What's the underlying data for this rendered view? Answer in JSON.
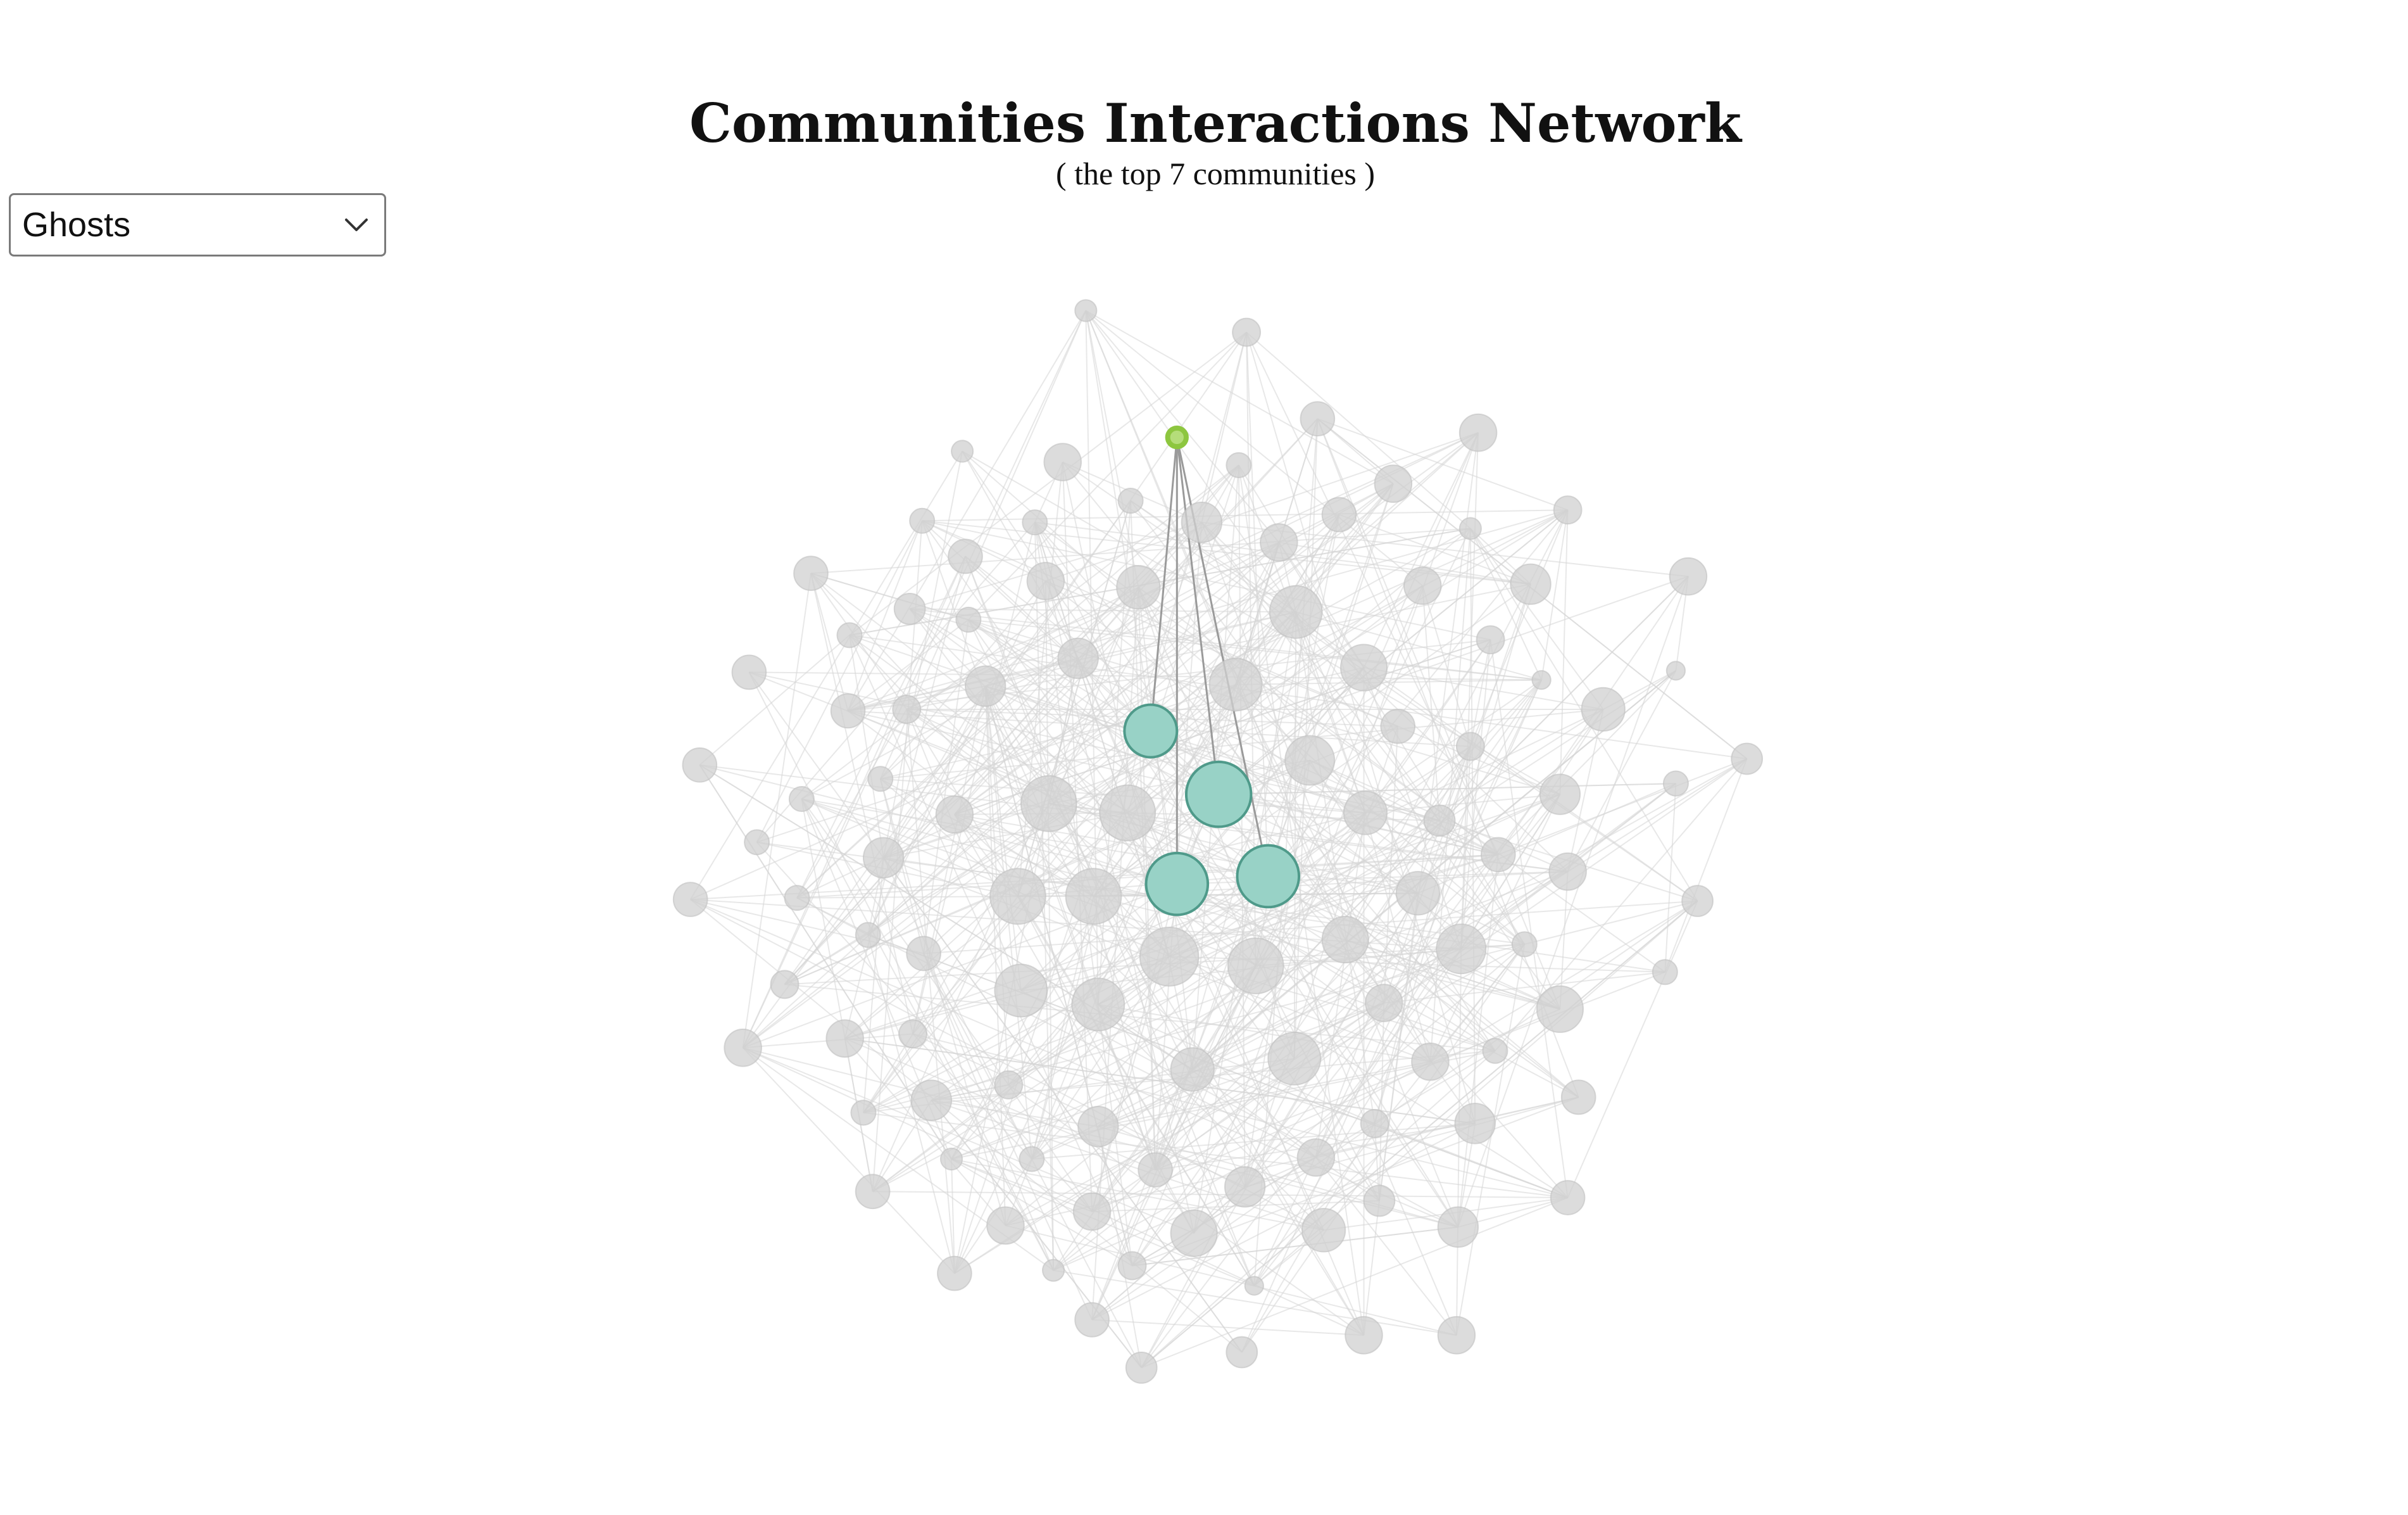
{
  "header": {
    "title": "Communities Interactions Network",
    "subtitle": "( the top 7 communities )"
  },
  "community_select": {
    "selected": "Ghosts",
    "icon": "chevron-down-icon"
  },
  "colors": {
    "node_default": "#d0d0d0",
    "node_default_stroke": "#bfbfbf",
    "edge_default": "#d6d6d6",
    "edge_highlight": "#9a9a9a",
    "node_selected": "#8dc63f",
    "node_neighbor": "#98d2c6",
    "node_neighbor_stroke": "#4f9a8a"
  }
}
